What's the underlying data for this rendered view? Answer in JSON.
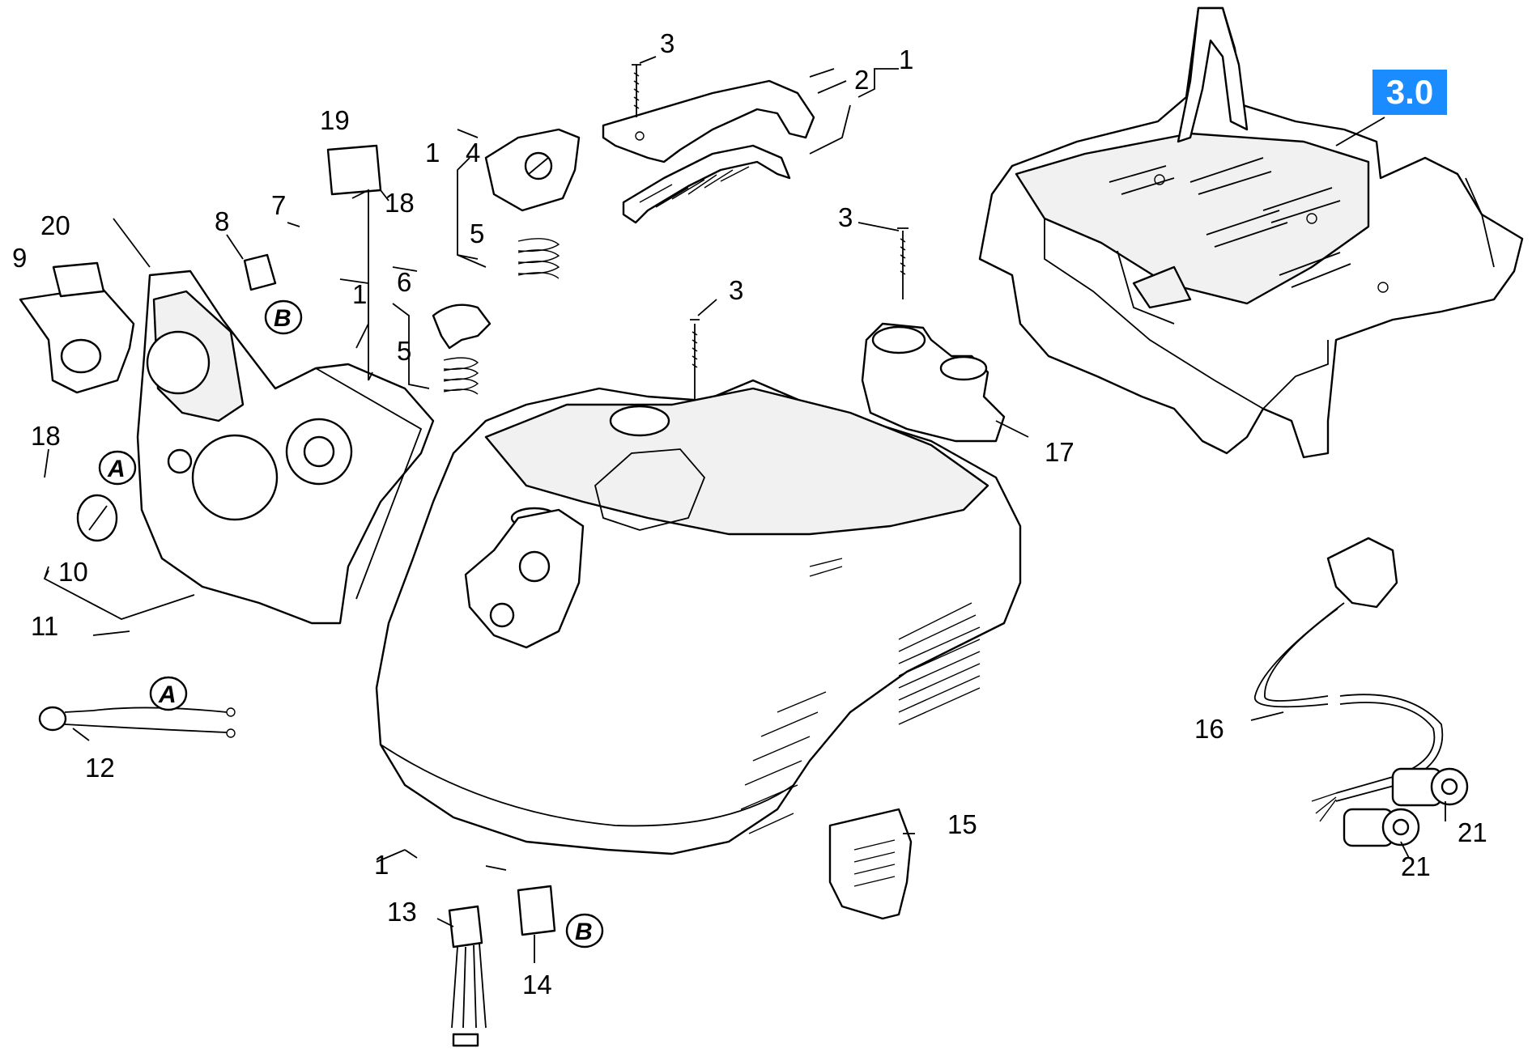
{
  "badge": "3.0",
  "callouts": {
    "c1a": "1",
    "c1b": "1",
    "c1c": "1",
    "c1d": "1",
    "c2": "2",
    "c3a": "3",
    "c3b": "3",
    "c3c": "3",
    "c4": "4",
    "c5a": "5",
    "c5b": "5",
    "c6": "6",
    "c7": "7",
    "c8": "8",
    "c9": "9",
    "c10": "10",
    "c11": "11",
    "c12": "12",
    "c13": "13",
    "c14": "14",
    "c15": "15",
    "c16": "16",
    "c17": "17",
    "c18a": "18",
    "c18b": "18",
    "c19": "19",
    "c20": "20",
    "c21a": "21",
    "c21b": "21"
  },
  "markers": {
    "a1": "A",
    "a2": "A",
    "b1": "B",
    "b2": "B"
  }
}
